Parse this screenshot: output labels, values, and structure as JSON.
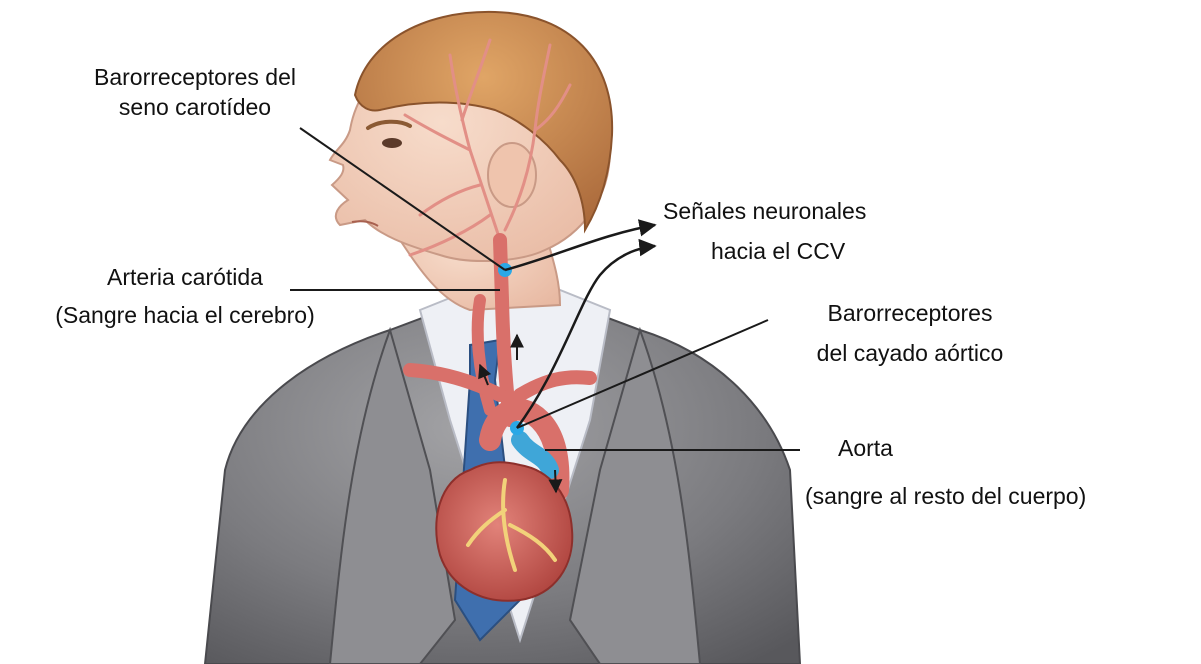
{
  "labels": {
    "carotid_baroreceptors": {
      "line1": "Barorreceptores del",
      "line2": "seno carotídeo"
    },
    "neural_signals": {
      "line1": "Señales neuronales",
      "line2": "hacia el CCV"
    },
    "carotid_artery": {
      "line1": "Arteria carótida",
      "line2": "(Sangre hacia el cerebro)"
    },
    "aortic_baroreceptors": {
      "line1": "Barorreceptores",
      "line2": "del cayado aórtico"
    },
    "aorta": {
      "line1": "Aorta",
      "line2": "(sangre al resto del cuerpo)"
    }
  },
  "colors": {
    "suit": "#7d7d80",
    "skin": "#f1cdb8",
    "hair": "#c98a4f",
    "tie": "#3f6fae",
    "shirt": "#eef0f5",
    "artery": "#d9706a",
    "heart": "#c9554b",
    "vein": "#3fa6d8",
    "receptor": "#2aa8e6",
    "leader": "#1a1a1a"
  }
}
